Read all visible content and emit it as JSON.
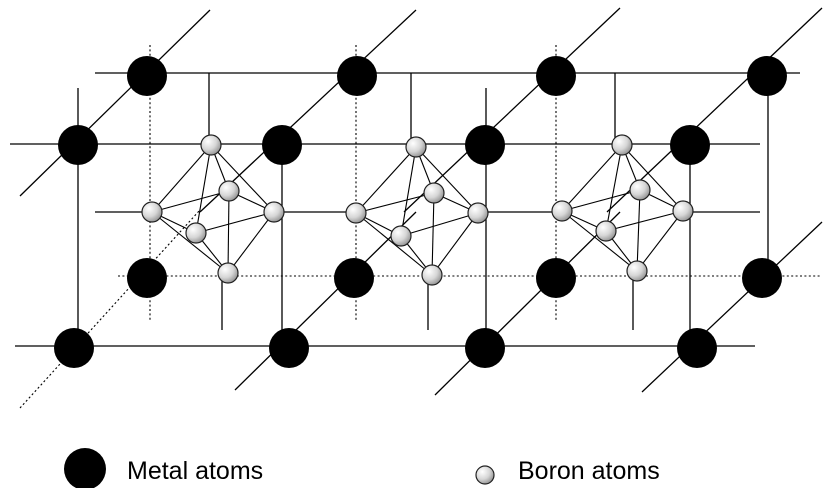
{
  "legend": {
    "metal_label": "Metal atoms",
    "boron_label": "Boron atoms"
  },
  "colors": {
    "metal_atom": "#000000",
    "boron_atom_light": "#ffffff",
    "boron_atom_dark": "#8c8c8c",
    "line": "#000000"
  },
  "structure": {
    "unit_cells": 3,
    "boron_per_octahedron": 6
  }
}
